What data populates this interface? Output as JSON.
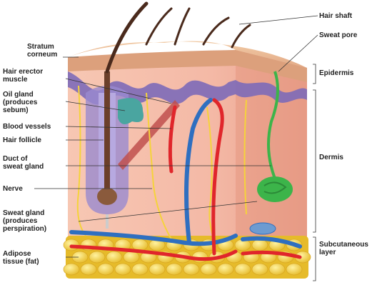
{
  "labels": {
    "left": {
      "stratum_corneum": "Stratum\ncorneum",
      "hair_erector_muscle": "Hair erector\nmuscle",
      "oil_gland": "Oil gland\n(produces\nsebum)",
      "blood_vessels": "Blood vessels",
      "hair_follicle": "Hair follicle",
      "duct_of_sweat_gland": "Duct of\nsweat gland",
      "nerve": "Nerve",
      "sweat_gland": "Sweat gland\n(produces\nperspiration)",
      "adipose_tissue": "Adipose\ntissue (fat)"
    },
    "right": {
      "hair_shaft": "Hair shaft",
      "sweat_pore": "Sweat pore",
      "epidermis": "Epidermis",
      "dermis": "Dermis",
      "subcutaneous_layer": "Subcutaneous\nlayer"
    }
  },
  "colors": {
    "epidermis_top": "#e8b48c",
    "epidermis_purple": "#7d6ab8",
    "dermis": "#f4b9a6",
    "fat": "#f2d24a",
    "artery": "#e0262b",
    "vein": "#2f6fc0",
    "nerve": "#f5d33b",
    "sweat_gland": "#3cb44a",
    "oil_gland": "#4aa5a0",
    "hair": "#6b3f2a"
  }
}
